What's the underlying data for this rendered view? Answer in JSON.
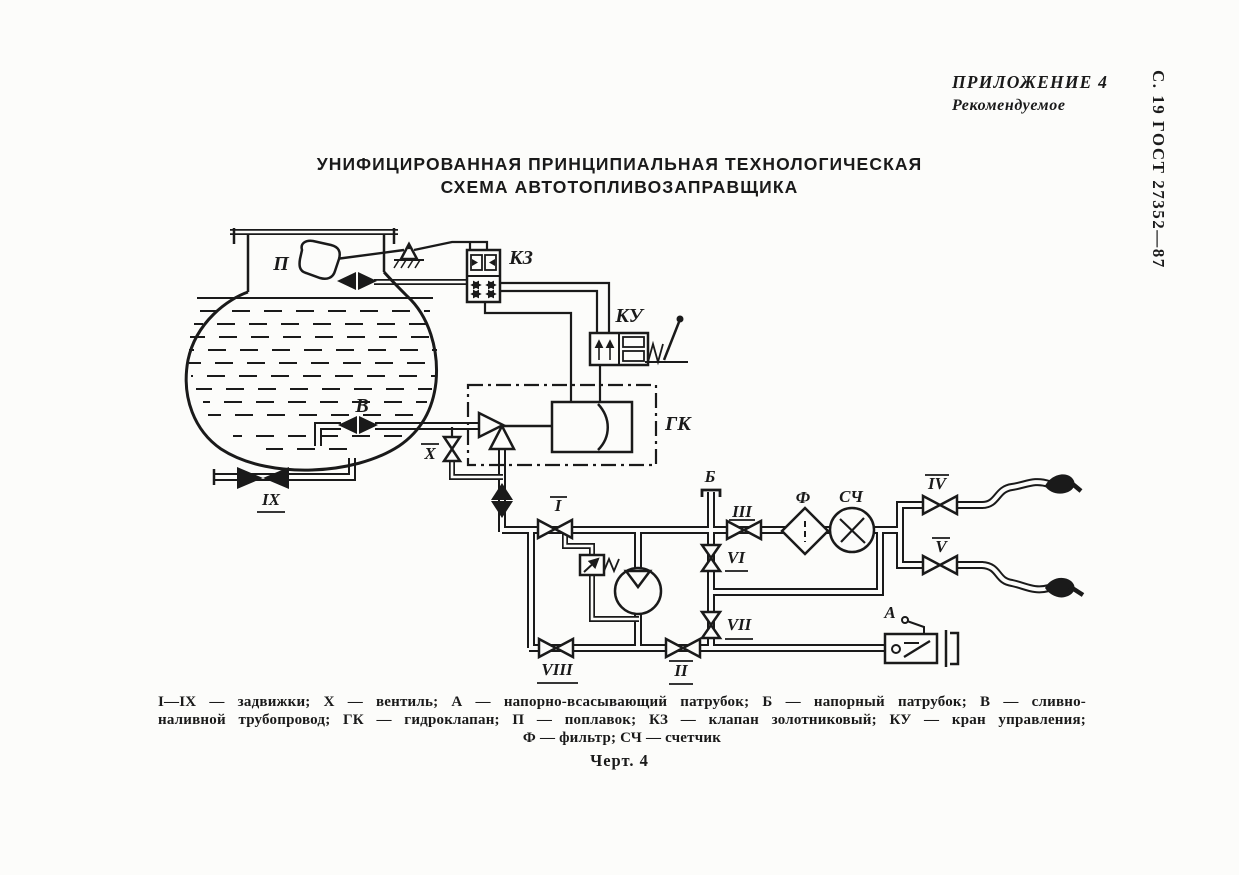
{
  "page": {
    "appendix": "ПРИЛОЖЕНИЕ 4",
    "appendix_sub": "Рекомендуемое",
    "side_note": "С. 19 ГОСТ 27352—87",
    "title_line1": "УНИФИЦИРОВАННАЯ ПРИНЦИПИАЛЬНАЯ ТЕХНОЛОГИЧЕСКАЯ",
    "title_line2": "СХЕМА АВТОТОПЛИВОЗАПРАВЩИКА",
    "figure_caption": "Черт. 4"
  },
  "legend": {
    "line1": "I—IX — задвижки; Х — вентиль; А — напорно-всасывающий патрубок; Б — напорный патрубок; В — сливно-",
    "line2": "наливной трубопровод; ГК — гидроклапан; П — поплавок; КЗ — клапан золотниковый; КУ — кран управления;",
    "line3": "Ф — фильтр; СЧ — счетчик"
  },
  "diagram": {
    "labels": {
      "float": "П",
      "drain_fill": "В",
      "vent_valve": "X",
      "tank_drain_valve": "IX",
      "spool_valve": "КЗ",
      "control_crane": "КУ",
      "hydro_valve": "ГК",
      "pressure_port": "Б",
      "valve_1": "I",
      "valve_2": "II",
      "valve_3": "III",
      "valve_4": "IV",
      "valve_5": "V",
      "valve_6": "VI",
      "valve_7": "VII",
      "valve_8": "VIII",
      "filter": "Ф",
      "counter": "СЧ",
      "suction_port": "А"
    }
  },
  "colors": {
    "paper": "#fcfcfa",
    "ink": "#1a1a1a"
  }
}
